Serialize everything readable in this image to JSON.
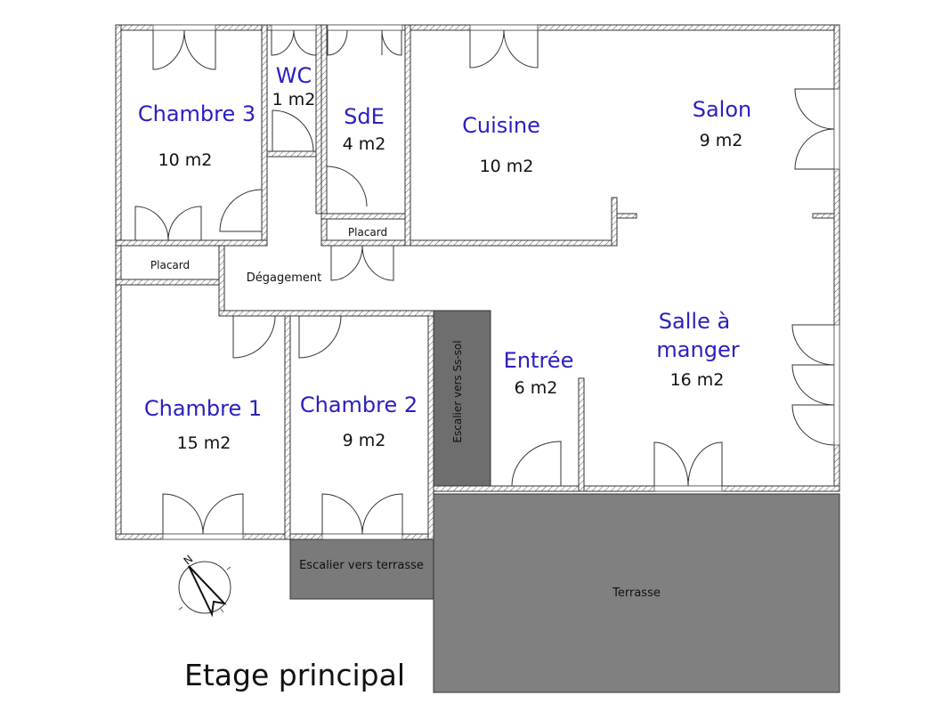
{
  "plan": {
    "title": "Etage principal",
    "rooms": {
      "chambre3": {
        "name": "Chambre 3",
        "area": "10 m2"
      },
      "wc": {
        "name": "WC",
        "area": "1 m2"
      },
      "sde": {
        "name": "SdE",
        "area": "4 m2"
      },
      "cuisine": {
        "name": "Cuisine",
        "area": "10 m2"
      },
      "salon": {
        "name": "Salon",
        "area": "9 m2"
      },
      "salle_line1": "Salle à",
      "salle_line2": "manger",
      "salle_area": "16 m2",
      "entree": {
        "name": "Entrée",
        "area": "6 m2"
      },
      "chambre1": {
        "name": "Chambre 1",
        "area": "15 m2"
      },
      "chambre2": {
        "name": "Chambre 2",
        "area": "9 m2"
      }
    },
    "labels": {
      "placard_left": "Placard",
      "placard_right": "Placard",
      "degagement": "Dégagement",
      "escalier_sous_sol": "Escalier vers Ss-sol",
      "escalier_terrasse": "Escalier vers terrasse",
      "terrasse": "Terrasse"
    },
    "compass_letter": "N",
    "colors": {
      "room_label": "#2a20c0",
      "terrace": "#808080"
    }
  }
}
